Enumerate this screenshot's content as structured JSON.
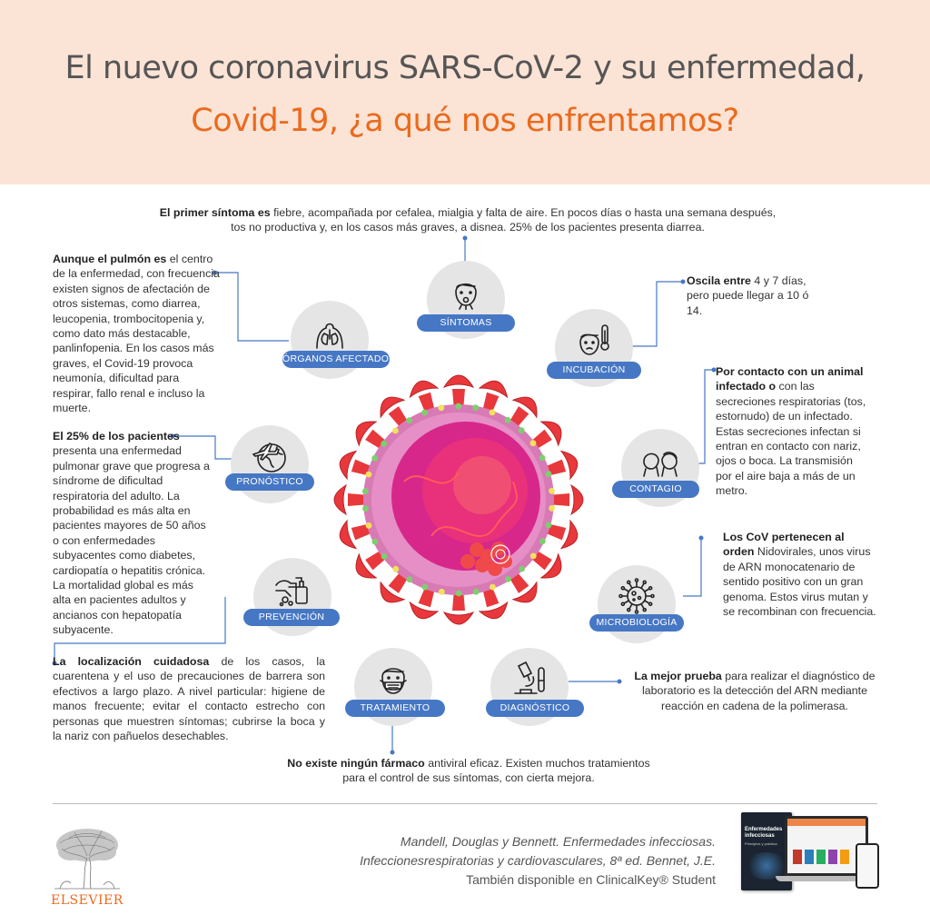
{
  "title": {
    "line1": "El nuevo coronavirus SARS-CoV-2 y su enfermedad,",
    "line2": "Covid-19, ¿a qué nos enfrentamos?"
  },
  "colors": {
    "accent_orange": "#ea6a1d",
    "pill_blue": "#4677c4",
    "header_bg": "#fbe3d5",
    "circle_grey": "#e5e5e5"
  },
  "sections": {
    "sintomas": {
      "label": "SÍNTOMAS",
      "icon": "sick-face-icon",
      "lead": "El primer síntoma es",
      "text": "fiebre, acompañada por cefalea, mialgia y falta de aire. En pocos días o hasta una semana después, tos no productiva y, en los casos más graves, a disnea. 25% de los pacientes presenta diarrea."
    },
    "organos": {
      "label": "ÓRGANOS AFECTADOS",
      "icon": "lungs-icon",
      "lead": "Aunque el pulmón es",
      "text": "el centro de la enfermedad, con frecuencia existen signos de afectación de otros sistemas, como diarrea, leucopenia, trombocitopenia y, como dato más destacable, panlinfopenia. En los casos más graves, el Covid-19 provoca neumonía, dificultad para respirar, fallo renal e incluso la muerte."
    },
    "incubacion": {
      "label": "INCUBACIÓN",
      "icon": "face-thermometer-icon",
      "lead": "Oscila entre",
      "text": "4 y 7 días, pero puede llegar a 10 ó 14."
    },
    "pronostico": {
      "label": "PRONÓSTICO",
      "icon": "globe-plane-icon",
      "lead": "El 25% de los pacientes",
      "text": "presenta una enfermedad pulmonar grave que progresa a síndrome de dificultad respiratoria del adulto. La probabilidad es más alta en pacientes mayores de 50 años o con enfermedades subyacentes como diabetes, cardiopatía o hepatitis crónica.",
      "text2": "La mortalidad global es más alta en pacientes adultos y ancianos con hepatopatía subyacente."
    },
    "contagio": {
      "label": "CONTAGIO",
      "icon": "two-people-icon",
      "lead": "Por contacto con un animal infectado o",
      "text": "con las secreciones respiratorias (tos, estornudo) de un infectado. Estas secreciones infectan si entran en contacto con nariz, ojos o boca. La transmisión por el aire baja a más de un metro."
    },
    "prevencion": {
      "label": "PREVENCIÓN",
      "icon": "handwash-icon",
      "lead": "La localización cuidadosa",
      "text": "de los casos, la cuarentena y el uso de precauciones de barrera son efectivos a largo plazo. A nivel particular: higiene de manos frecuente; evitar el contacto estrecho con personas que muestren síntomas; cubrirse la boca y la nariz con pañuelos desechables."
    },
    "microbiologia": {
      "label": "MICROBIOLOGÍA",
      "icon": "virus-icon",
      "lead": "Los CoV pertenecen al orden",
      "text": "Nidovirales, unos virus de ARN monocatenario de sentido positivo con un gran genoma. Estos virus mutan y se recombinan con frecuencia."
    },
    "tratamiento": {
      "label": "TRATAMIENTO",
      "icon": "mask-face-icon",
      "lead": "No existe ningún fármaco",
      "text": "antiviral eficaz. Existen muchos tratamientos para el control de sus síntomas, con cierta mejora."
    },
    "diagnostico": {
      "label": "DIAGNÓSTICO",
      "icon": "microscope-icon",
      "lead": "La mejor prueba",
      "text": "para realizar el diagnóstico de laboratorio es la detección del ARN mediante reacción en cadena de la polimerasa."
    }
  },
  "footer": {
    "credit_line1": "Mandell, Douglas y Bennett. Enfermedades infecciosas.",
    "credit_line2": "Infeccionesrespiratorias y cardiovasculares, 8ª ed. Bennet, J.E.",
    "credit_line3": "También disponible en ClinicalKey® Student",
    "publisher": "ELSEVIER",
    "book_cover_title": "Enfermedades infecciosas",
    "book_cover_subtitle": "Principios y práctica"
  }
}
